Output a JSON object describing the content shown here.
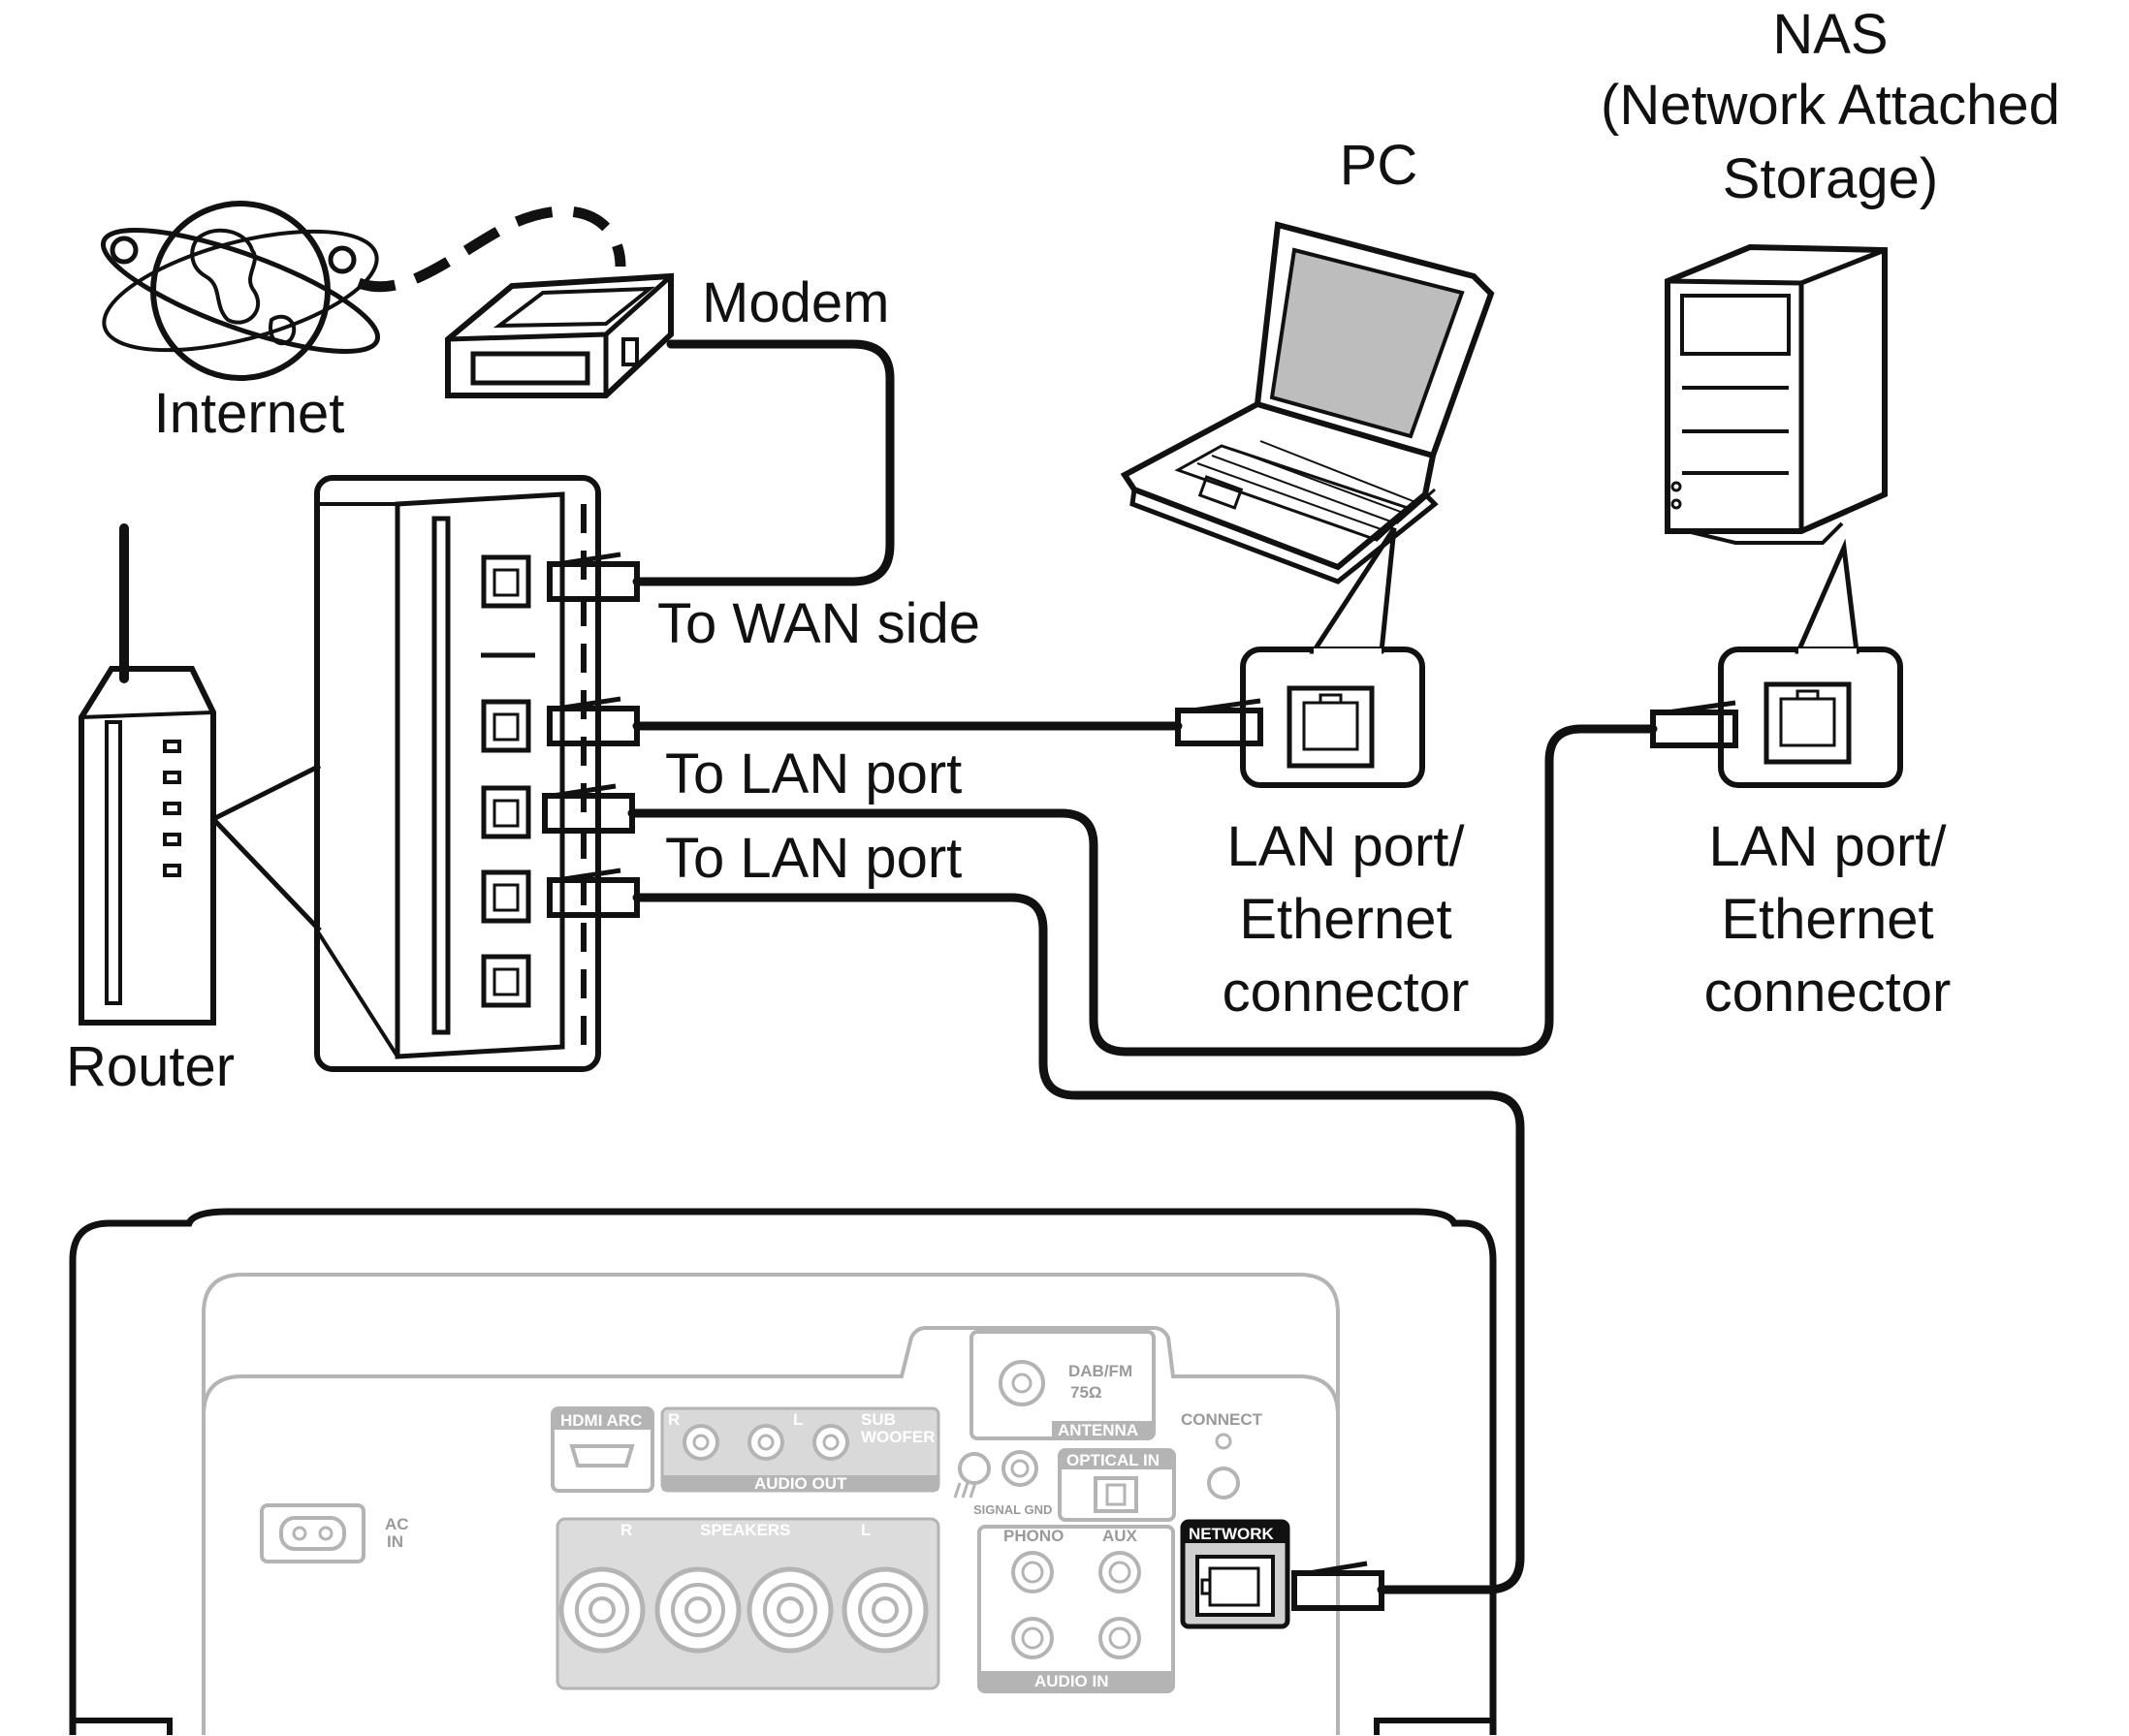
{
  "labels": {
    "nas_line1": "NAS",
    "nas_line2": "(Network Attached",
    "nas_line3": "Storage)",
    "pc": "PC",
    "modem": "Modem",
    "internet": "Internet",
    "to_wan": "To WAN side",
    "to_lan_1": "To LAN port",
    "to_lan_2": "To LAN port",
    "router": "Router",
    "lan_pc_line1": "LAN port/",
    "lan_pc_line2": "Ethernet",
    "lan_pc_line3": "connector",
    "lan_nas_line1": "LAN port/",
    "lan_nas_line2": "Ethernet",
    "lan_nas_line3": "connector"
  },
  "rear_panel": {
    "hdmi_arc": "HDMI ARC",
    "audio_out": "AUDIO OUT",
    "sub_woofer_1": "SUB",
    "sub_woofer_2": "WOOFER",
    "ch_r": "R",
    "ch_l": "L",
    "speakers": "SPEAKERS",
    "ac_in_1": "AC",
    "ac_in_2": "IN",
    "dab_fm": "DAB/FM",
    "ohm": "75Ω",
    "antenna": "ANTENNA",
    "connect": "CONNECT",
    "optical_in": "OPTICAL IN",
    "signal_gnd": "SIGNAL GND",
    "phono": "PHONO",
    "aux": "AUX",
    "audio_in": "AUDIO IN",
    "network": "NETWORK"
  }
}
